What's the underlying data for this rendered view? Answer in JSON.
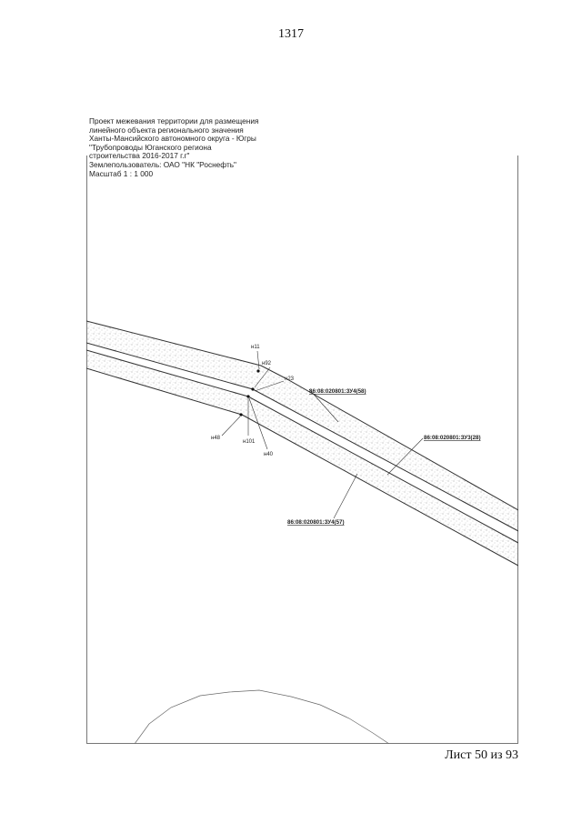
{
  "page": {
    "number": "1317",
    "sheet": "Лист 50 из 93"
  },
  "title_block": {
    "lines": [
      "Проект межевания территории для размещения",
      "линейного объекта регионального значения",
      "Ханты-Мансийского автономного округа - Югры",
      "\"Трубопроводы Юганского региона",
      "строительства 2016-2017 г.г\"",
      "Землепользователь: ОАО \"НК \"Роснефть\"",
      "Масштаб 1 : 1 000"
    ]
  },
  "map": {
    "point_labels": [
      "н11",
      "н92",
      "н23",
      "н48",
      "н101",
      "н40"
    ],
    "parcels": [
      "86:08:020801:ЗУ4(58)",
      "86:08:020801:ЗУ3(28)",
      "86:08:020801:ЗУ4(57)"
    ]
  }
}
